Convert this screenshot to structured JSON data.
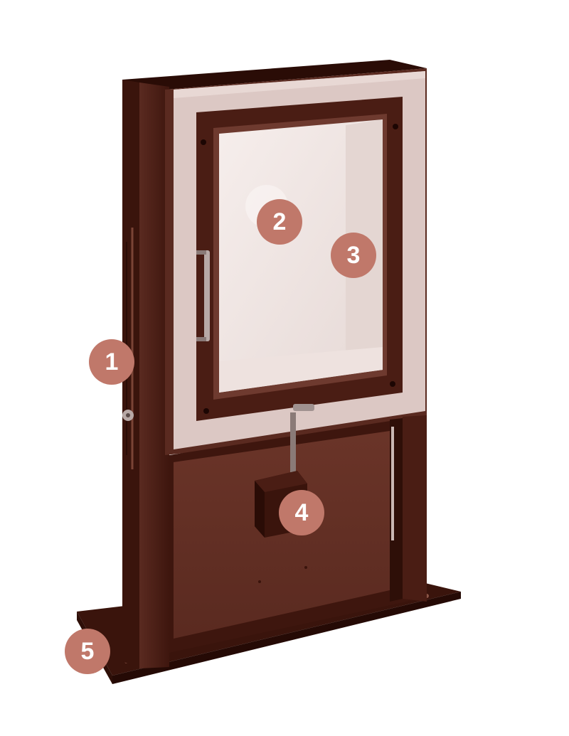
{
  "markers": [
    {
      "label": "1"
    },
    {
      "label": "2"
    },
    {
      "label": "3"
    },
    {
      "label": "4"
    },
    {
      "label": "5"
    }
  ],
  "colors": {
    "body_dark": "#4a1d14",
    "body_mid": "#6e3a2f",
    "body_light": "#8a5446",
    "frame_light": "#dcc8c4",
    "glass": "#f4ecea",
    "marker": "#c0786a"
  }
}
